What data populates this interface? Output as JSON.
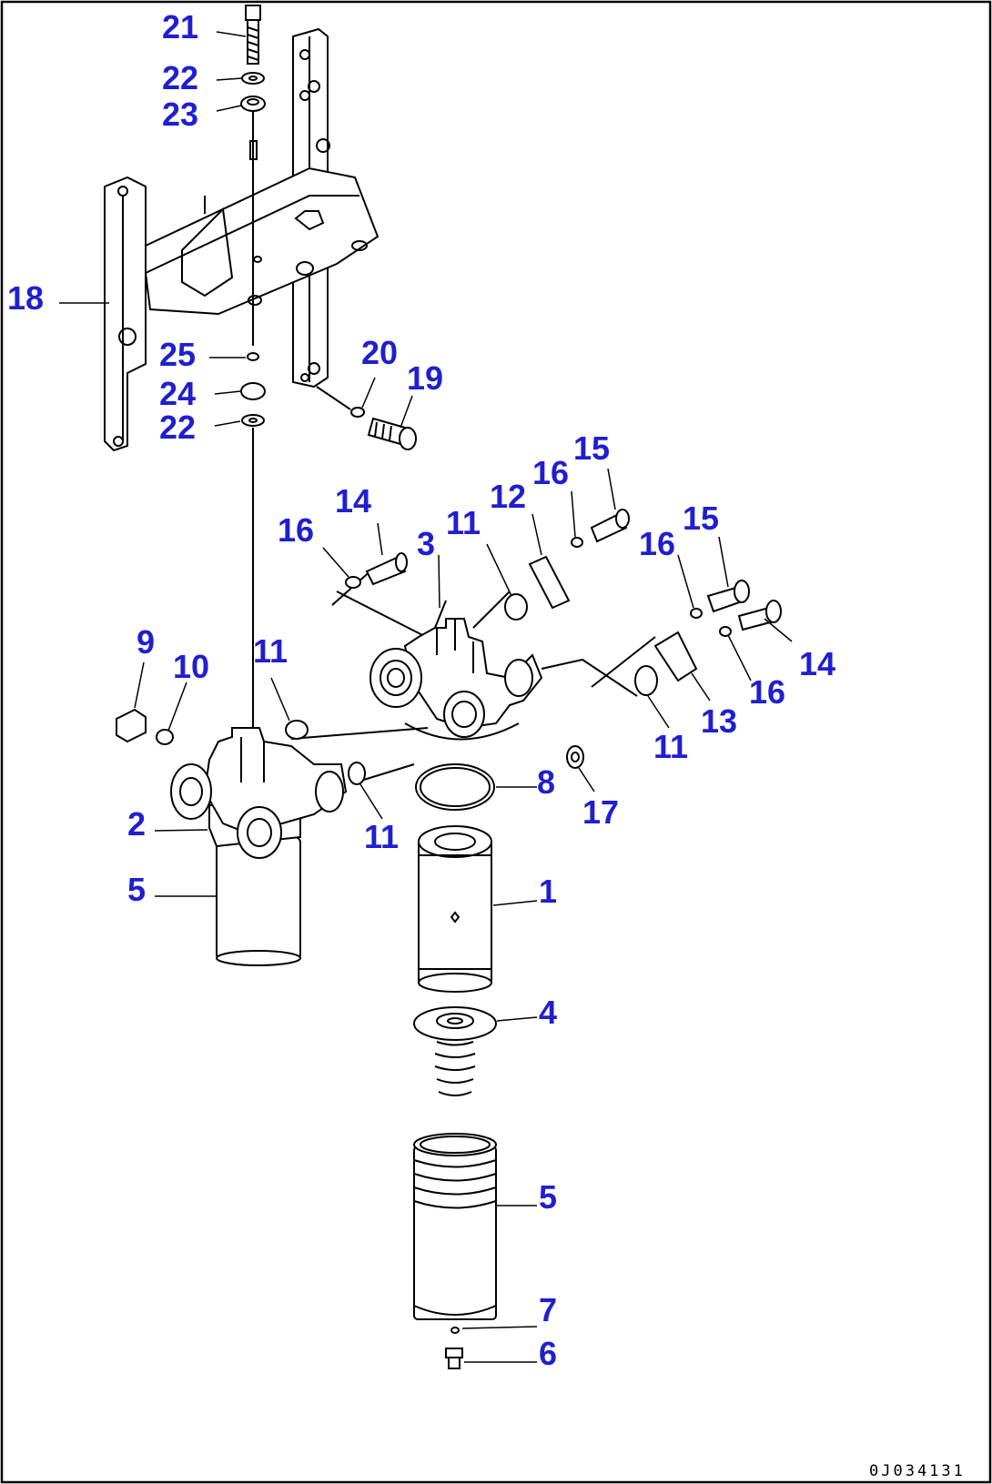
{
  "callouts": [
    "21",
    "22",
    "23",
    "18",
    "25",
    "24",
    "22",
    "20",
    "19",
    "16",
    "14",
    "3",
    "11",
    "12",
    "16",
    "15",
    "16",
    "15",
    "9",
    "10",
    "11",
    "14",
    "16",
    "13",
    "11",
    "8",
    "17",
    "2",
    "11",
    "5",
    "1",
    "4",
    "5",
    "7",
    "6"
  ],
  "drawing_id": "0J034131",
  "colors": {
    "callout": "#1f1fd0",
    "line": "#000000",
    "background": "#ffffff"
  }
}
